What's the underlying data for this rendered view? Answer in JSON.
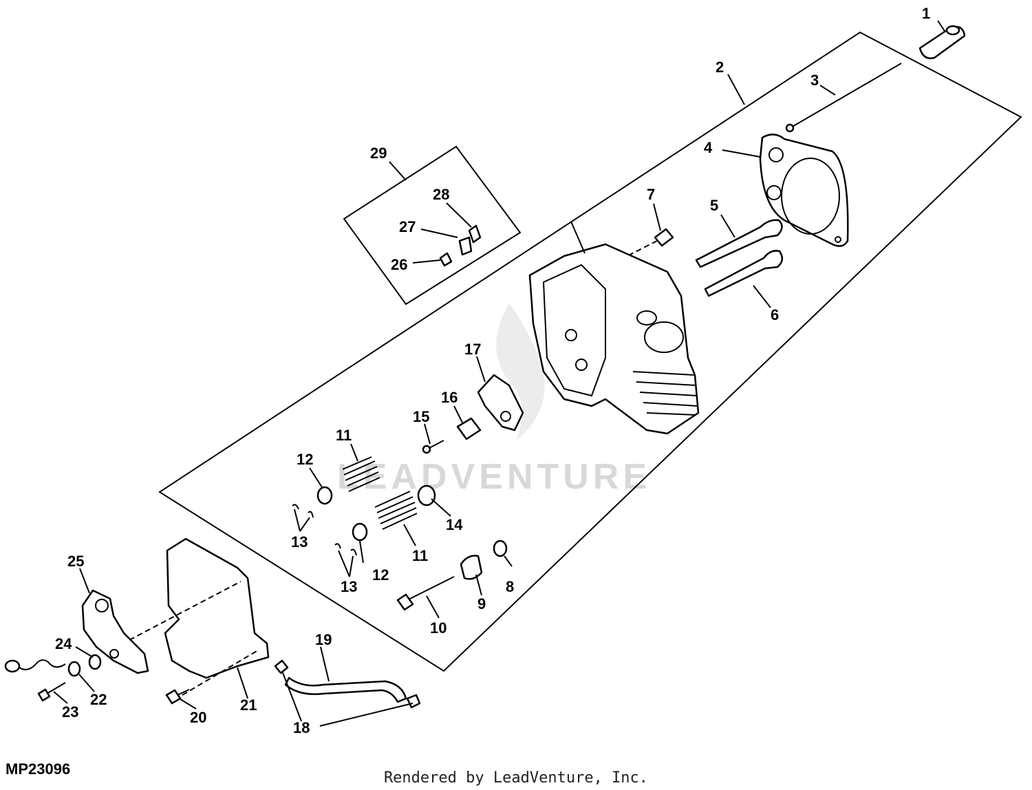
{
  "diagram": {
    "figure_id": "MP23096",
    "credit": "Rendered by LeadVenture, Inc.",
    "watermark": "LEADVENTURE",
    "callouts": [
      "1",
      "2",
      "3",
      "4",
      "5",
      "6",
      "7",
      "8",
      "9",
      "10",
      "11",
      "11",
      "12",
      "12",
      "13",
      "13",
      "14",
      "15",
      "16",
      "17",
      "18",
      "19",
      "20",
      "21",
      "22",
      "23",
      "24",
      "25",
      "26",
      "27",
      "28",
      "29"
    ]
  }
}
